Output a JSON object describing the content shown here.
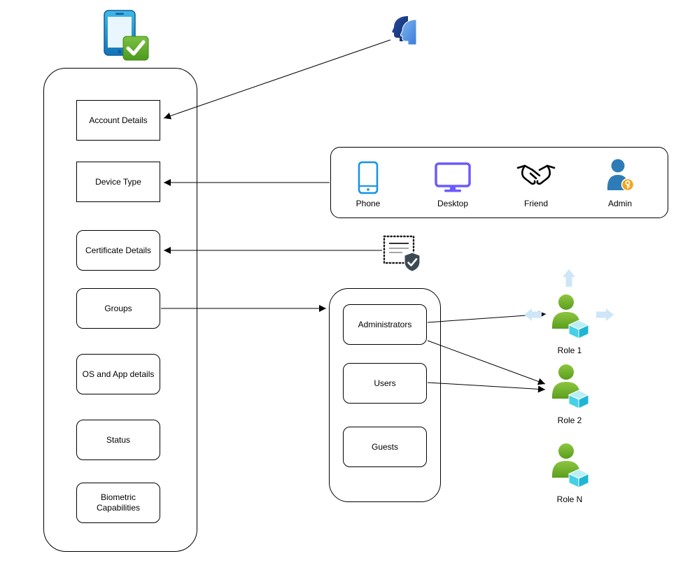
{
  "diagram": {
    "left_panel": {
      "boxes": [
        {
          "label": "Account Details"
        },
        {
          "label": "Device Type"
        },
        {
          "label": "Certificate Details"
        },
        {
          "label": "Groups"
        },
        {
          "label": "OS and App details"
        },
        {
          "label": "Status"
        },
        {
          "label": "Biometric Capabilities"
        }
      ]
    },
    "device_types_panel": {
      "items": [
        {
          "label": "Phone",
          "icon": "phone-icon"
        },
        {
          "label": "Desktop",
          "icon": "desktop-icon"
        },
        {
          "label": "Friend",
          "icon": "handshake-icon"
        },
        {
          "label": "Admin",
          "icon": "admin-user-lock-icon"
        }
      ]
    },
    "groups_panel": {
      "boxes": [
        {
          "label": "Administrators"
        },
        {
          "label": "Users"
        },
        {
          "label": "Guests"
        }
      ]
    },
    "roles": [
      {
        "label": "Role 1",
        "icon": "role-user-cube-icon"
      },
      {
        "label": "Role 2",
        "icon": "role-user-cube-icon"
      },
      {
        "label": "Role N",
        "icon": "role-user-cube-icon"
      }
    ],
    "standalone_icons": {
      "top_left": "mobile-device-check-icon",
      "top_center": "faces-recognition-icon",
      "middle": "certificate-shield-icon"
    },
    "colors": {
      "stroke": "#000000",
      "phone_blue": "#1192e8",
      "desktop_purple": "#6b5bff",
      "admin_blue": "#2d7cb8",
      "admin_badge_orange": "#f5a31a",
      "role_green": "#76b82a",
      "cube_cyan": "#45d0e8",
      "check_green": "#5fa818",
      "faces_dark_blue": "#1d3f8f",
      "faces_light_blue": "#4b8fe8",
      "shield_dark": "#3b4a54",
      "hover_arrow_blue": "#cde6f8"
    }
  }
}
